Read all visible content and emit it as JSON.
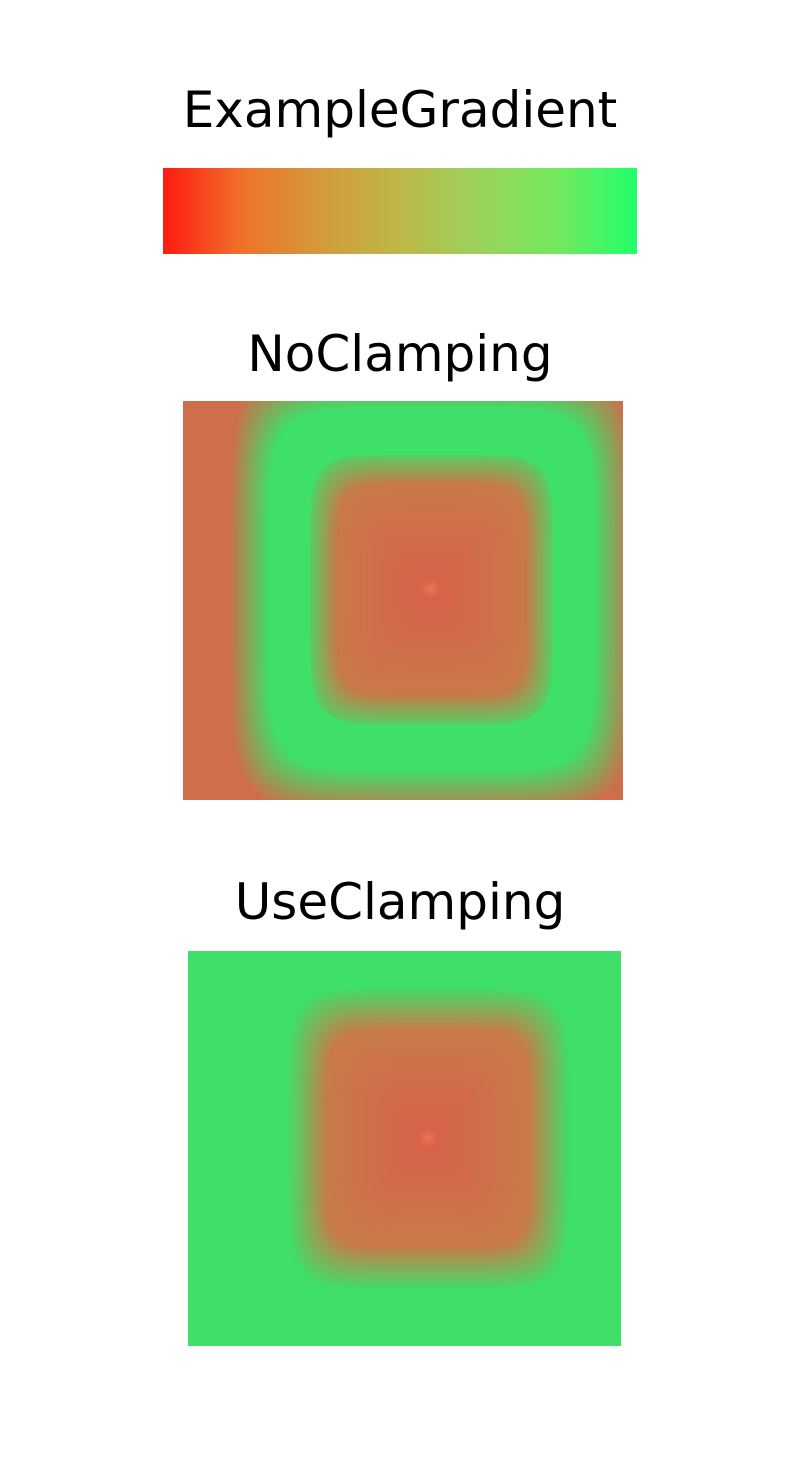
{
  "sections": {
    "gradient_title": "ExampleGradient",
    "no_clamping_title": "NoClamping",
    "use_clamping_title": "UseClamping"
  },
  "gradient": {
    "stops": [
      "#ff1a12",
      "#f0712a",
      "#d49a3c",
      "#bdb848",
      "#9bd25a",
      "#72e85e",
      "#22ff6a"
    ]
  },
  "colors": {
    "noclamp_center": "#d8604a",
    "noclamp_ring": "#3ee06a",
    "clamp_center": "#d8604a",
    "clamp_outer": "#3ee06a"
  }
}
